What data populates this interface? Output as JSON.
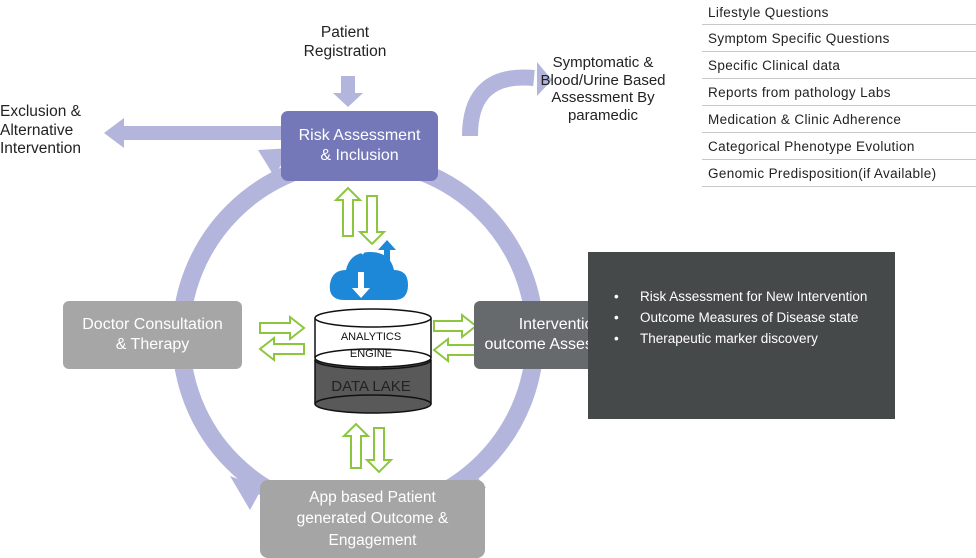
{
  "patient_registration": "Patient\nRegistration",
  "exclusion": "Exclusion &\nAlternative\nIntervention",
  "symptomatic": "Symptomatic &\nBlood/Urine Based\nAssessment By\nparamedic",
  "risk_assessment": "Risk Assessment\n& Inclusion",
  "doctor_consultation": "Doctor Consultation\n& Therapy",
  "intervention_outcome": "Intervention\noutcome Assessment",
  "app_based": "App based Patient\ngenerated Outcome &\nEngagement",
  "analytics_engine": "ANALYTICS\nENGINE",
  "data_lake": "DATA LAKE",
  "questions": [
    "Lifestyle Questions",
    "Symptom Specific Questions",
    "Specific Clinical data",
    "Reports from pathology Labs",
    "Medication &  Clinic Adherence",
    "Categorical Phenotype Evolution",
    "Genomic Predisposition(if Available)"
  ],
  "outcomes": [
    "Risk Assessment for New Intervention",
    "Outcome Measures of Disease state",
    "Therapeutic marker discovery"
  ],
  "colors": {
    "cycle": "#b3b5dc",
    "risk_box": "#7478b8",
    "doctor_box": "#a6a6a6",
    "intervention_box": "#666a6d",
    "app_box": "#a5a5a5",
    "panel": "#46494a",
    "green_arrow": "#8cc63f",
    "cloud": "#1e88d8"
  }
}
